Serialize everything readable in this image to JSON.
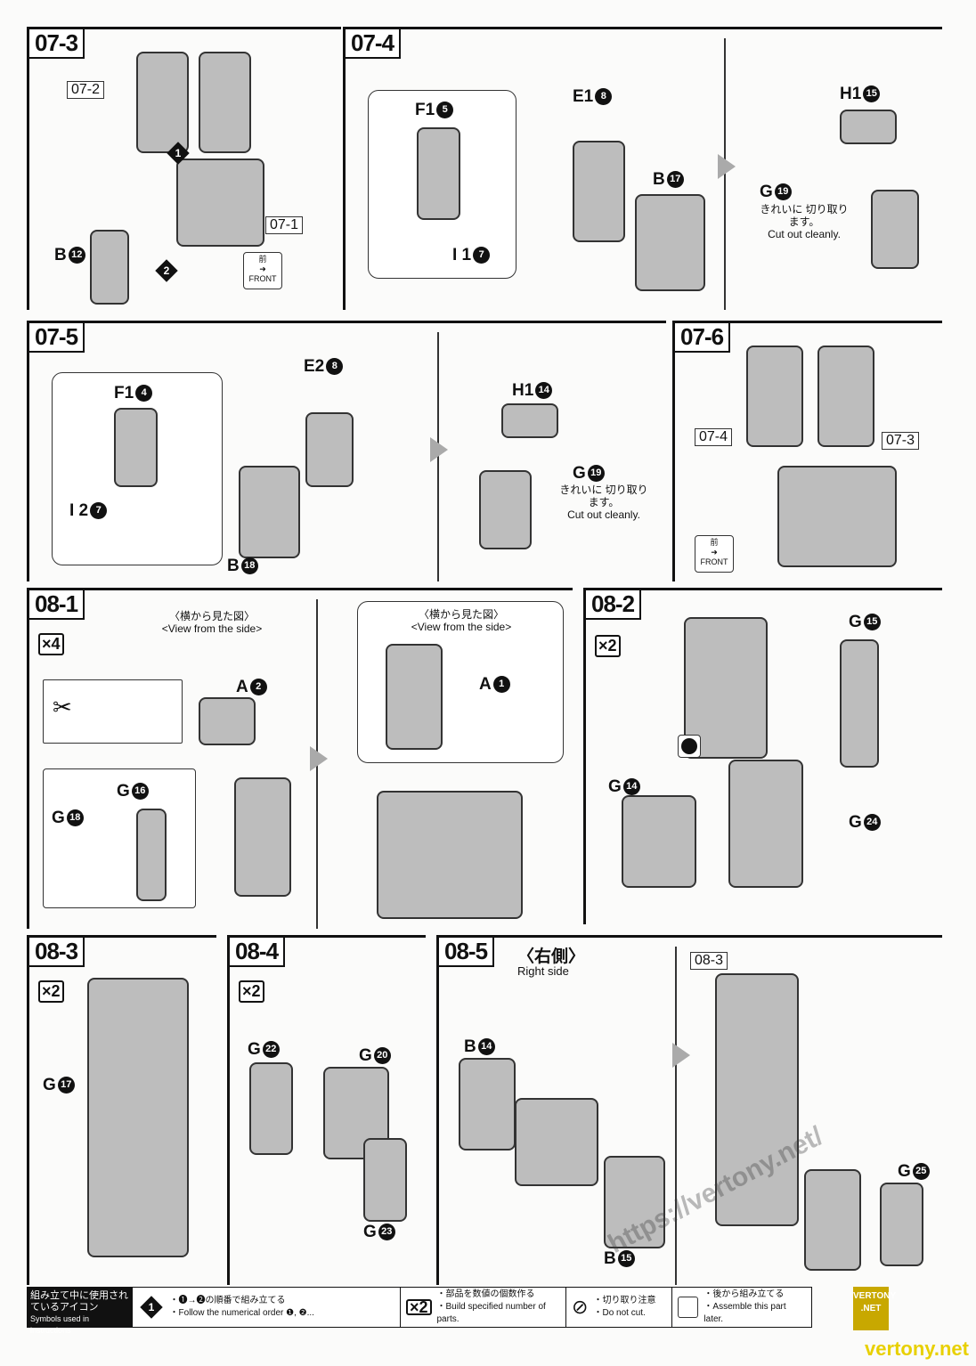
{
  "steps": {
    "s0703": {
      "label": "07-3",
      "refs": [
        "07-2",
        "07-1"
      ],
      "parts": [
        {
          "l": "B",
          "n": "12"
        }
      ],
      "front": {
        "jp": "前",
        "en": "FRONT"
      }
    },
    "s0704": {
      "label": "07-4",
      "parts": [
        {
          "l": "F1",
          "n": "5"
        },
        {
          "l": "I 1",
          "n": "7"
        },
        {
          "l": "E1",
          "n": "8"
        },
        {
          "l": "B",
          "n": "17"
        },
        {
          "l": "H1",
          "n": "15"
        },
        {
          "l": "G",
          "n": "19"
        }
      ],
      "note_jp": "きれいに 切り取ります。",
      "note_en": "Cut out cleanly."
    },
    "s0705": {
      "label": "07-5",
      "parts": [
        {
          "l": "F1",
          "n": "4"
        },
        {
          "l": "I 2",
          "n": "7"
        },
        {
          "l": "E2",
          "n": "8"
        },
        {
          "l": "B",
          "n": "18"
        },
        {
          "l": "H1",
          "n": "14"
        },
        {
          "l": "G",
          "n": "19"
        }
      ],
      "note_jp": "きれいに 切り取ります。",
      "note_en": "Cut out cleanly."
    },
    "s0706": {
      "label": "07-6",
      "refs": [
        "07-4",
        "07-3"
      ],
      "front": {
        "jp": "前",
        "en": "FRONT"
      }
    },
    "s0801": {
      "label": "08-1",
      "mult": "×4",
      "view_jp": "〈横から見た図〉",
      "view_en": "<View from the side>",
      "parts": [
        {
          "l": "A",
          "n": "2"
        },
        {
          "l": "G",
          "n": "16"
        },
        {
          "l": "G",
          "n": "18"
        },
        {
          "l": "A",
          "n": "1"
        }
      ]
    },
    "s0802": {
      "label": "08-2",
      "mult": "×2",
      "parts": [
        {
          "l": "G",
          "n": "15"
        },
        {
          "l": "G",
          "n": "14"
        },
        {
          "l": "G",
          "n": "24"
        }
      ]
    },
    "s0803": {
      "label": "08-3",
      "mult": "×2",
      "parts": [
        {
          "l": "G",
          "n": "17"
        }
      ]
    },
    "s0804": {
      "label": "08-4",
      "mult": "×2",
      "parts": [
        {
          "l": "G",
          "n": "22"
        },
        {
          "l": "G",
          "n": "20"
        },
        {
          "l": "G",
          "n": "23"
        }
      ]
    },
    "s0805": {
      "label": "08-5",
      "side_jp": "〈右側〉",
      "side_en": "Right side",
      "refs": [
        "08-3"
      ],
      "parts": [
        {
          "l": "B",
          "n": "14"
        },
        {
          "l": "B",
          "n": "15"
        },
        {
          "l": "G",
          "n": "25"
        }
      ]
    }
  },
  "legend": {
    "title_jp": "組み立て中に使用されているアイコン",
    "title_en": "Symbols used in instructions",
    "order_jp": "・❶→❷の順番で組み立てる",
    "order_en": "・Follow the numerical order ❶, ❷...",
    "mult_icon": "×2",
    "mult_jp": "・部品を数値の個数作る",
    "mult_en": "・Build specified number of parts.",
    "cut_jp": "・切り取り注意",
    "cut_en": "・Do not cut.",
    "later_jp": "・後から組み立てる",
    "later_en": "・Assemble this part later."
  },
  "watermark": {
    "site": "vertony.net",
    "box": "VERTONY .NET",
    "url": "https://vertony.net/"
  }
}
